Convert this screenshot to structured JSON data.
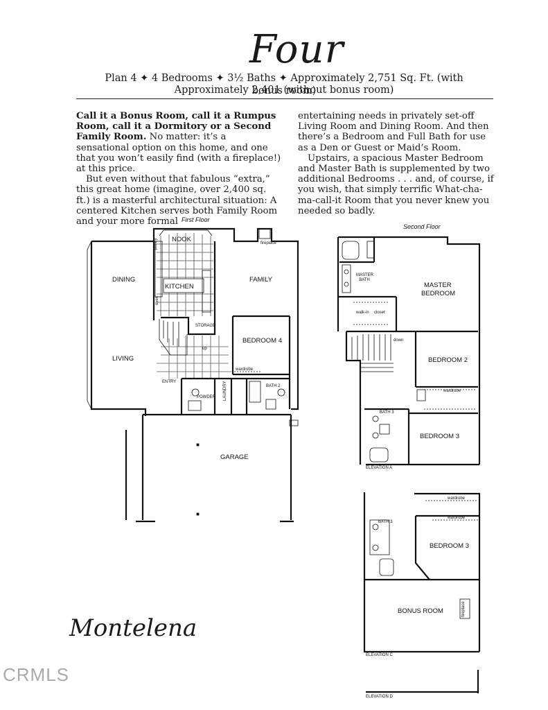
{
  "header": {
    "title": "Four",
    "line1": "Plan 4 ✦ 4 Bedrooms ✦ 3½ Baths ✦ Approximately 2,751 Sq. Ft. (with bonus room)",
    "line2": "Approximately 2,401 (without bonus room)"
  },
  "body": {
    "col1_bold": "Call it a Bonus Room, call it a Rumpus Room, call it a Dormitory or a Second Family Room.",
    "col1_text1": " No matter: it’s a sensational option on this home, and one that you won’t easily find (with a fireplace!) at this price.",
    "col1_text2": "But even without that fabulous “extra,” this great home (imagine, over 2,400 sq. ft.) is a masterful architectural situation: A centered Kitchen serves both Family Room and your more formal",
    "col2_text1": "entertaining needs in privately set-off Living Room and Dining Room. And then there’s a Bedroom and Full Bath for use as a Den or Guest or Maid’s Room.",
    "col2_text2": "Upstairs, a spacious Master Bedroom and Master Bath is supplemented by two additional Bedrooms . . . and, of course, if you wish, that simply terrific What-cha-ma-call-it Room that you never knew you needed so badly."
  },
  "first_floor": {
    "heading": "First Floor",
    "rooms": {
      "nook": "NOOK",
      "dining": "DINING",
      "kitchen": "KITCHEN",
      "family": "FAMILY",
      "fireplace": "fireplace",
      "storage": "STORAGE",
      "bedroom4": "BEDROOM 4",
      "living": "LIVING",
      "wardrobe": "wardrobe",
      "entry": "ENTRY",
      "powder": "POWDER",
      "laundry": "LAUNDRY",
      "bath2": "BATH 2",
      "garage": "GARAGE",
      "pantry": "pantry",
      "oven": "oven",
      "up": "up"
    }
  },
  "second_floor": {
    "heading": "Second Floor",
    "rooms": {
      "master_bath": "MASTER BATH",
      "master_bedroom_1": "MASTER",
      "master_bedroom_2": "BEDROOM",
      "walk_in": "walk-in",
      "closet": "closet",
      "down": "down",
      "bedroom2": "BEDROOM 2",
      "bath3": "BATH 3",
      "wardrobe": "wardrobe",
      "bedroom3": "BEDROOM 3",
      "elevation_a": "ELEVATION A",
      "bonus_room": "BONUS ROOM",
      "fireplace": "fireplace",
      "elevation_c": "ELEVATION C",
      "elevation_d": "ELEVATION D"
    }
  },
  "logo": "Montelena",
  "watermark": "CRMLS"
}
